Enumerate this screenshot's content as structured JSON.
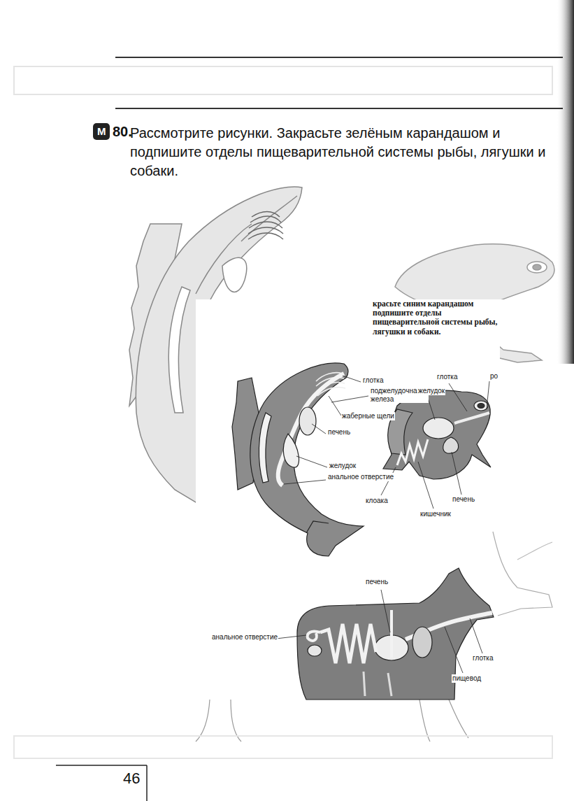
{
  "diagram": {
    "title": "Рассмотрите рисунки. Закрасьте зелёным карандашом и подпишите отделы пищеварительной системы рыбы, лягушки и собаки.",
    "labels": [
      "М",
      "80.",
      "красьте синим карандашом подпишите отделы пищеварительной системы рыбы, лягушки и собаки.",
      "глотка",
      "поджелудочная железа",
      "жаберные щели",
      "печень",
      "желудок",
      "анальное отверстие",
      "глотка",
      "желудок",
      "ро",
      "клоака",
      "кишечник",
      "печень",
      "печень",
      "анальное отверстие",
      "глотка",
      "пищевод",
      "46"
    ]
  }
}
